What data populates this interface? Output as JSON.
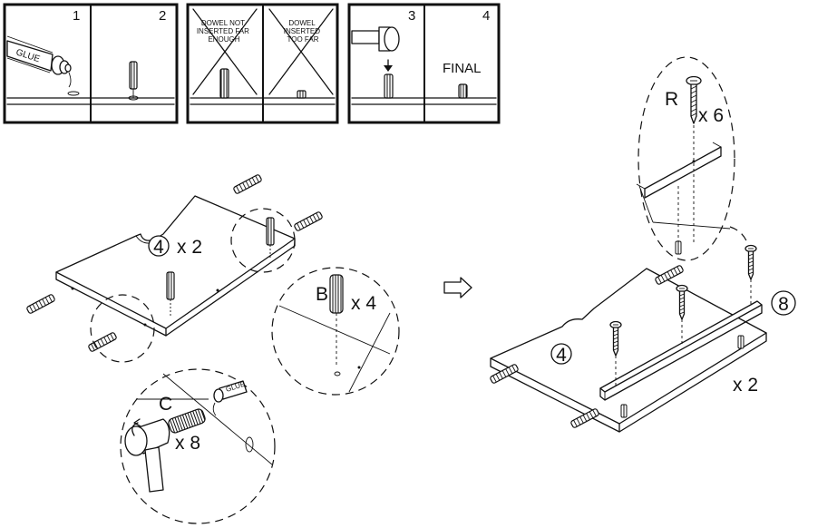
{
  "steps": [
    {
      "number": "1",
      "label": "GLUE"
    },
    {
      "number": "2"
    },
    {
      "warning": [
        "DOWEL NOT",
        "INSERTED FAR",
        "ENOUGH"
      ]
    },
    {
      "warning": [
        "DOWEL",
        "INSERTED",
        "TOO FAR"
      ]
    },
    {
      "number": "3"
    },
    {
      "number": "4",
      "label": "FINAL"
    }
  ],
  "left_assembly": {
    "part_badge": "4",
    "part_qty": "x 2",
    "callout_b": {
      "letter": "B",
      "qty": "x 4"
    },
    "callout_c": {
      "letter": "C",
      "qty": "x 8",
      "tube_label": "GLUE"
    }
  },
  "right_assembly": {
    "part_badge": "4",
    "rail_badge": "8",
    "qty": "x 2",
    "callout_r": {
      "letter": "R",
      "qty": "x 6"
    }
  },
  "icons": [
    "glue-tube-icon",
    "hammer-icon",
    "dowel-icon",
    "screw-icon",
    "arrow-right-icon"
  ]
}
